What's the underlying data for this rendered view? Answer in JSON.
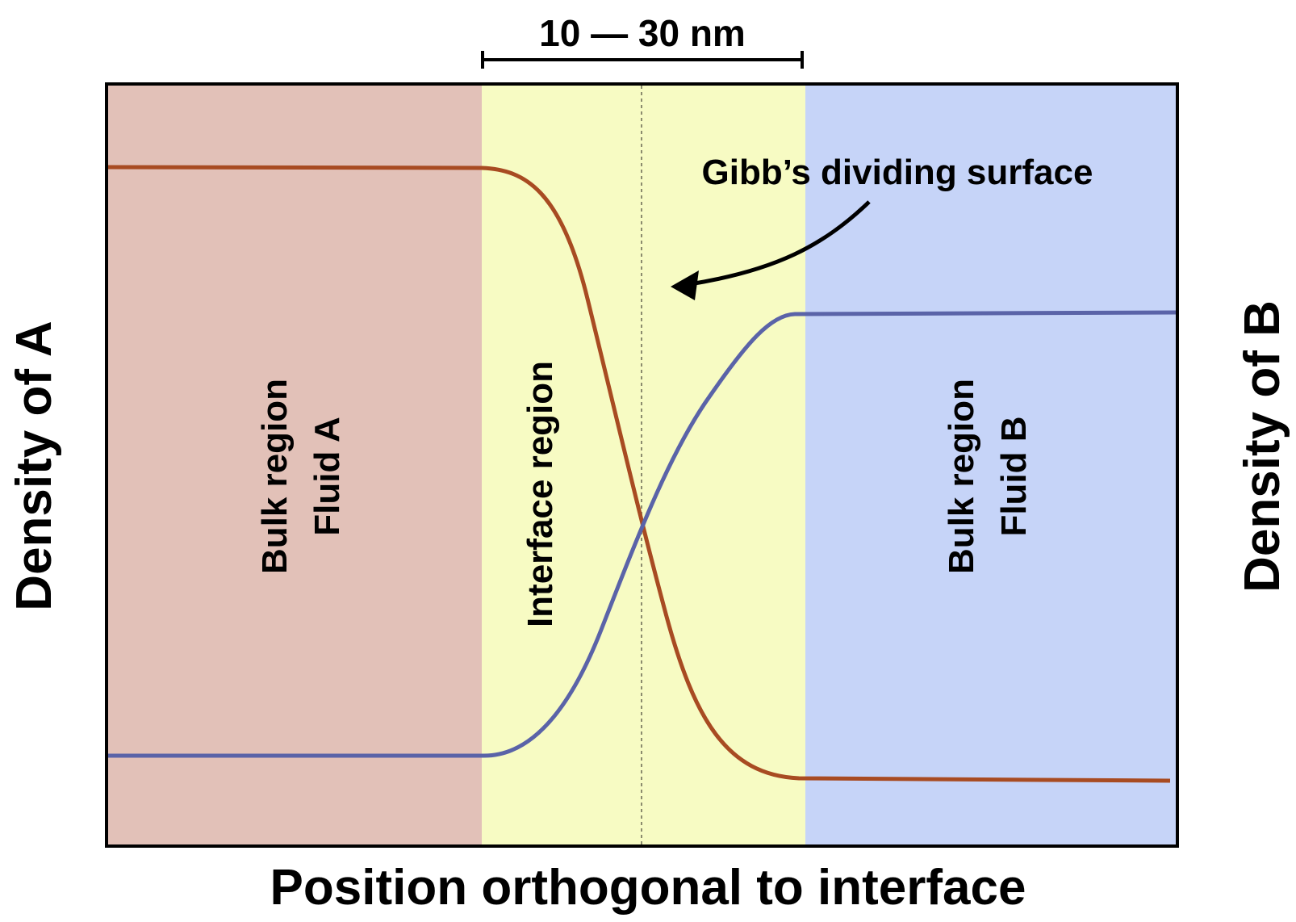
{
  "diagram": {
    "scale_label": "10 — 30 nm",
    "dividing_surface_label": "Gibb’s dividing surface",
    "x_axis_label": "Position orthogonal to interface",
    "left_axis_label": "Density of A",
    "right_axis_label": "Density of B",
    "regions": {
      "bulk_a": {
        "line1": "Bulk region",
        "line2": "Fluid A"
      },
      "interface": {
        "line1": "Interface region"
      },
      "bulk_b": {
        "line1": "Bulk region",
        "line2": "Fluid B"
      }
    },
    "colors": {
      "bulk_a_fill": "#e2c1b8",
      "interface_fill": "#f7fbc3",
      "bulk_b_fill": "#c6d4f8",
      "curve_a": "#a84b22",
      "curve_b": "#5a63a8",
      "frame": "#000000",
      "dividing_line": "#8b8b6e"
    },
    "icons": {
      "arrow": "curved-arrow-icon"
    }
  }
}
